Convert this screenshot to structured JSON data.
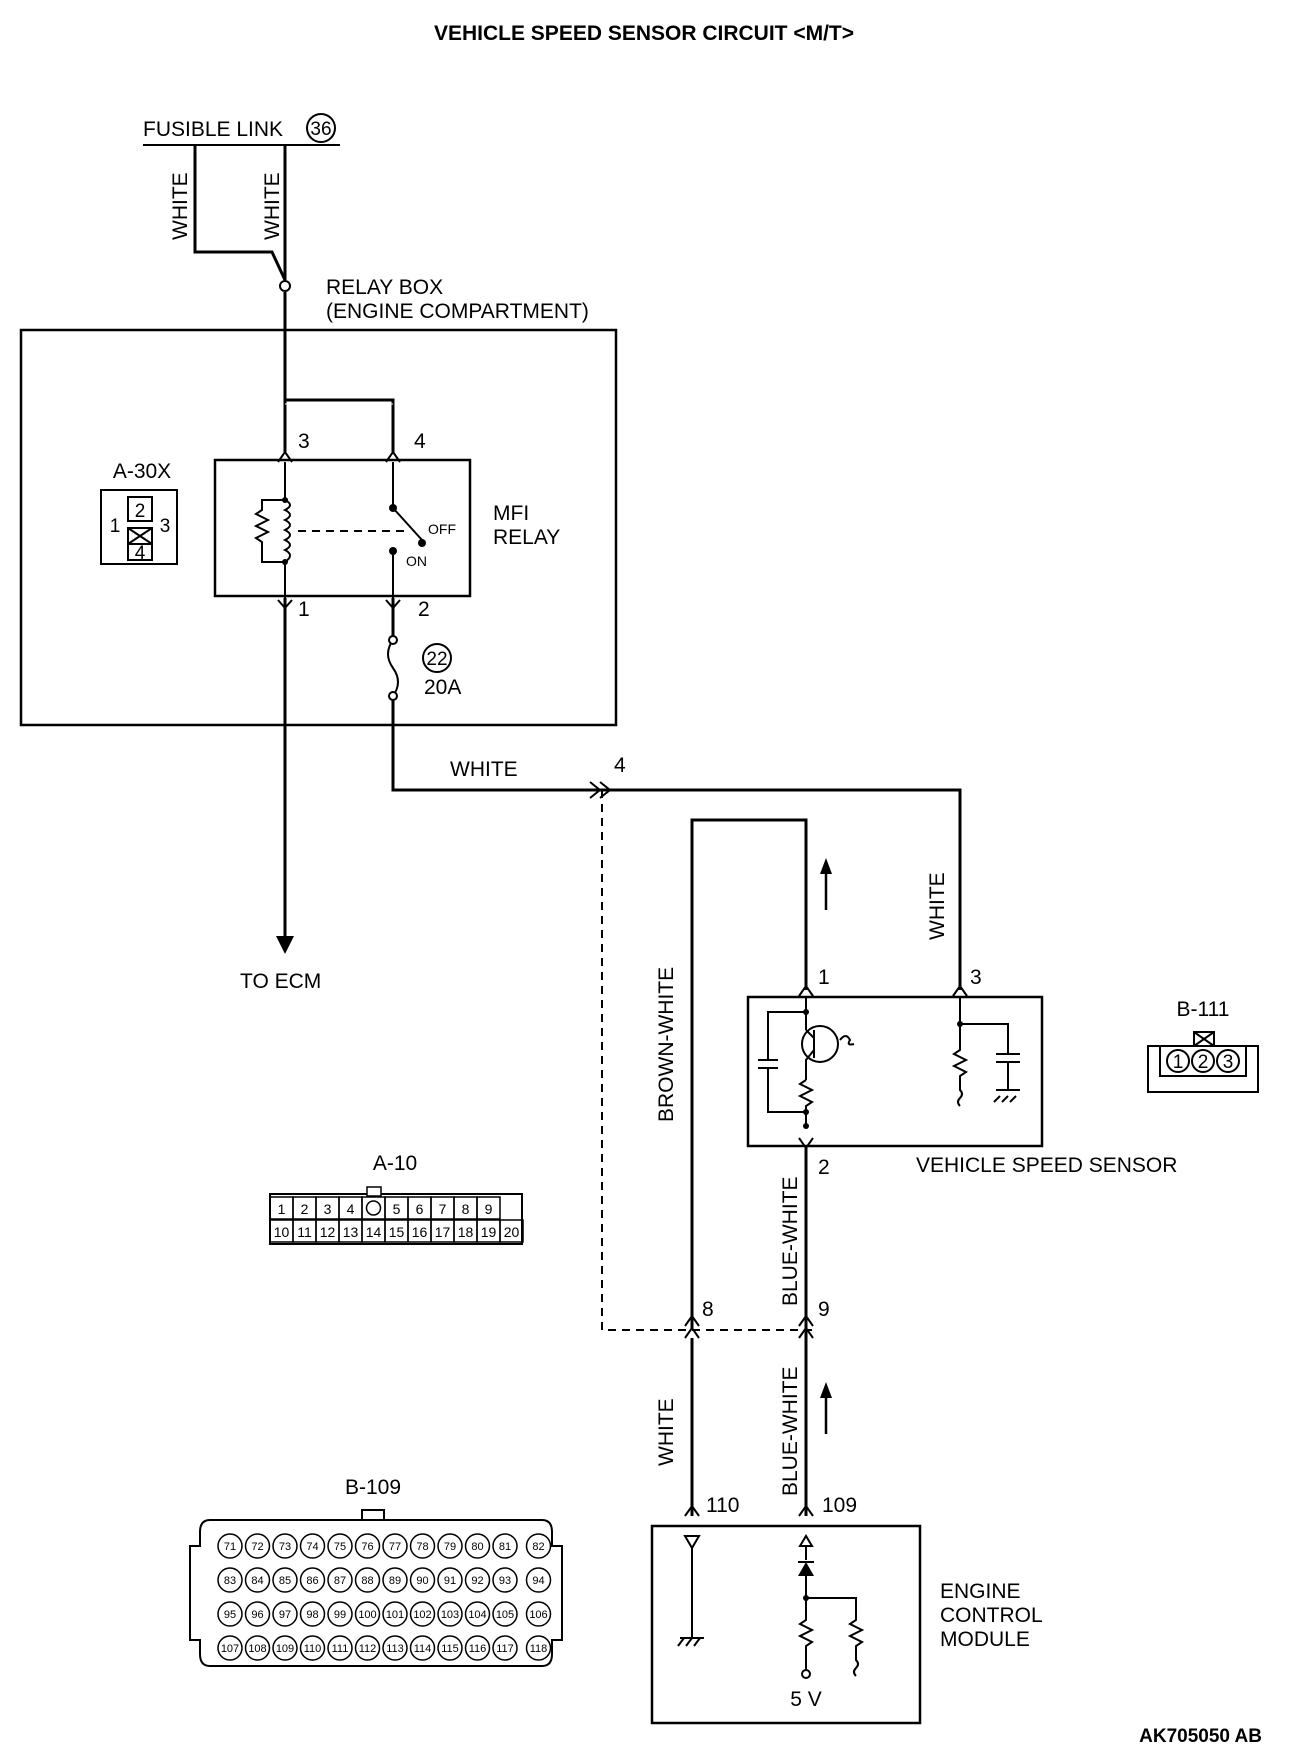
{
  "title": "VEHICLE SPEED SENSOR CIRCUIT <M/T>",
  "figure_code": "AK705050 AB",
  "fusible_link": {
    "label": "FUSIBLE LINK",
    "number": "36"
  },
  "wire_colors": {
    "white": "WHITE",
    "brown_white": "BROWN-WHITE",
    "blue_white": "BLUE-WHITE"
  },
  "relay_box": {
    "line1": "RELAY BOX",
    "line2": "(ENGINE COMPARTMENT)"
  },
  "mfi_relay": {
    "line1": "MFI",
    "line2": "RELAY",
    "off": "OFF",
    "on": "ON",
    "pins": [
      "1",
      "2",
      "3",
      "4"
    ]
  },
  "fuse": {
    "number": "22",
    "rating": "20A"
  },
  "to_ecm": "TO ECM",
  "junction_pins": {
    "white": "4",
    "brown": "8",
    "blue": "9"
  },
  "speed_sensor": {
    "label": "VEHICLE SPEED SENSOR",
    "pins": [
      "1",
      "2",
      "3"
    ]
  },
  "ecm": {
    "line1": "ENGINE",
    "line2": "CONTROL",
    "line3": "MODULE",
    "pin_110": "110",
    "pin_109": "109",
    "voltage": "5 V"
  },
  "connectors": {
    "a30x": {
      "name": "A-30X",
      "pins": [
        "1",
        "2",
        "3",
        "4"
      ]
    },
    "b111": {
      "name": "B-111",
      "pins": [
        "1",
        "2",
        "3"
      ]
    },
    "a10": {
      "name": "A-10",
      "row1": [
        "1",
        "2",
        "3",
        "4",
        "5",
        "6",
        "7",
        "8",
        "9"
      ],
      "row2": [
        "10",
        "11",
        "12",
        "13",
        "14",
        "15",
        "16",
        "17",
        "18",
        "19",
        "20"
      ]
    },
    "b109": {
      "name": "B-109",
      "rows": [
        [
          "71",
          "72",
          "73",
          "74",
          "75",
          "76",
          "77",
          "78",
          "79",
          "80",
          "81",
          "82"
        ],
        [
          "83",
          "84",
          "85",
          "86",
          "87",
          "88",
          "89",
          "90",
          "91",
          "92",
          "93",
          "94"
        ],
        [
          "95",
          "96",
          "97",
          "98",
          "99",
          "100",
          "101",
          "102",
          "103",
          "104",
          "105",
          "106"
        ],
        [
          "107",
          "108",
          "109",
          "110",
          "111",
          "112",
          "113",
          "114",
          "115",
          "116",
          "117",
          "118"
        ]
      ]
    }
  }
}
